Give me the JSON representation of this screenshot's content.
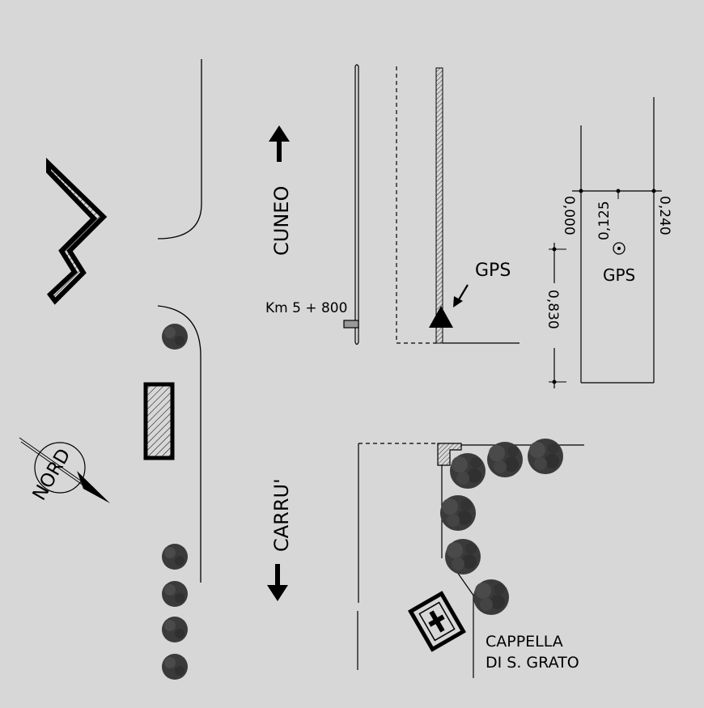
{
  "labels": {
    "direction_north_road": "CUNEO",
    "direction_south_road": "CARRU'",
    "km_marker": "Km 5 + 800",
    "gps_label": "GPS",
    "gps_detail_label": "GPS",
    "north_compass": "NORD",
    "chapel_line1": "CAPPELLA",
    "chapel_line2": "DI S. GRATO"
  },
  "dimensions": {
    "offset_left": "0,000",
    "offset_mid": "0,125",
    "offset_right": "0,240",
    "distance": "0,830"
  },
  "colors": {
    "background": "#d7d7d7",
    "ink": "#000000",
    "tree": "#3a3a3a"
  }
}
